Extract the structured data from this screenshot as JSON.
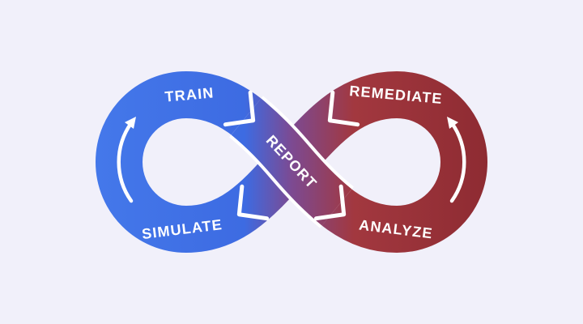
{
  "page": {
    "background_color": "#f1f0fa"
  },
  "diagram": {
    "type": "infinity-loop",
    "labels": {
      "train": "TRAIN",
      "simulate": "SIMULATE",
      "report": "REPORT",
      "remediate": "REMEDIATE",
      "analyze": "ANALYZE"
    },
    "colors": {
      "blue_outer": "#4478ea",
      "blue": "#3d6be2",
      "purple_center": "#7c4a92",
      "red": "#a2383f",
      "red_outer": "#8e2b32",
      "label_text": "#ffffff",
      "marker": "#ffffff"
    },
    "icons": {
      "left_loop": "cycle-arrow-icon",
      "right_loop": "cycle-arrow-icon",
      "segment_separator": "chevron-icon"
    }
  }
}
